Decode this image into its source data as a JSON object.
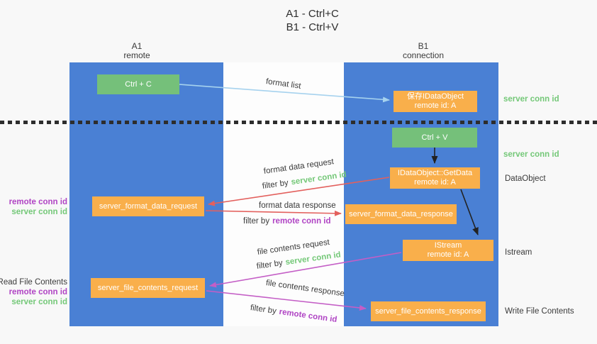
{
  "title": {
    "line1": "A1 - Ctrl+C",
    "line2": "B1 - Ctrl+V"
  },
  "lifelines": [
    {
      "name": "A1",
      "role": "remote"
    },
    {
      "name": "B1",
      "role": "connection"
    }
  ],
  "boxes": {
    "ctrl_c": "Ctrl + C",
    "ctrl_v": "Ctrl + V",
    "save_dataobject": {
      "line1": "保存IDataObject",
      "line2": "remote id: A"
    },
    "getdata": {
      "line1": "IDataObject::GetData",
      "line2": "remote id: A"
    },
    "istream": {
      "line1": "IStream",
      "line2": "remote id: A"
    },
    "format_request": "server_format_data_request",
    "format_response": "server_format_data_response",
    "file_request": "server_file_contents_request",
    "file_response": "server_file_contents_response"
  },
  "flow_labels": {
    "format_list": "format list",
    "format_data_request": "format data request",
    "format_data_response": "format data response",
    "file_contents_request": "file contents request",
    "file_contents_response": "file contents response",
    "filter_by": "filter by",
    "server_conn_id": "server conn id",
    "remote_conn_id": "remote conn id"
  },
  "side_labels": {
    "read_file_contents": "Read File Contents",
    "write_file_contents": "Write File Contents",
    "dataobject": "DataObject",
    "istream": "Istream",
    "server_conn_id": "server conn id",
    "remote_conn_id": "remote conn id"
  },
  "colors": {
    "lifeline_blue": "#4a80d4",
    "action_green": "#75c07a",
    "message_orange": "#f9af4b",
    "server_conn_green": "#74c878",
    "remote_conn_purple": "#b044c4",
    "request_red": "#e3605d",
    "response_magenta": "#c45ec6",
    "format_list_blue": "#a6d2ee"
  }
}
